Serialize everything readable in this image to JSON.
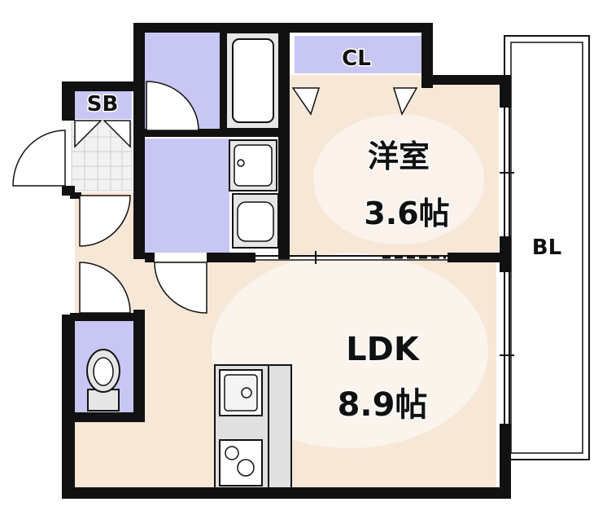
{
  "rooms": {
    "western": {
      "name": "洋室",
      "area": "3.6帖"
    },
    "ldk": {
      "name": "LDK",
      "area": "8.9帖"
    },
    "closet": {
      "name": "CL"
    },
    "shoe_box": {
      "name": "SB"
    },
    "balcony": {
      "name": "BL"
    }
  },
  "colors": {
    "wall": "#111111",
    "wood_floor": "#f7e7d6",
    "wet_area": "#c8c6f2",
    "floor_white": "#ffffff",
    "fixture_gray": "#d9d9d9"
  }
}
